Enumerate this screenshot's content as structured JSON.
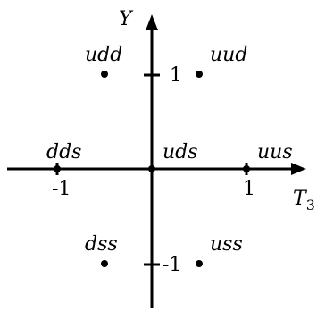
{
  "axes": {
    "horizontal_label": "T",
    "horizontal_label_subscript": "3",
    "vertical_label": "Y"
  },
  "ticks": {
    "h_neg": "-1",
    "h_pos": "1",
    "v_pos": "1",
    "v_neg": "-1"
  },
  "particles": [
    {
      "label": "udd",
      "t3": -0.5,
      "y": 1
    },
    {
      "label": "uud",
      "t3": 0.5,
      "y": 1
    },
    {
      "label": "dds",
      "t3": -1,
      "y": 0
    },
    {
      "label": "uds",
      "t3": 0,
      "y": 0
    },
    {
      "label": "uus",
      "t3": 1,
      "y": 0
    },
    {
      "label": "dss",
      "t3": -0.5,
      "y": -1
    },
    {
      "label": "uss",
      "t3": 0.5,
      "y": -1
    }
  ]
}
